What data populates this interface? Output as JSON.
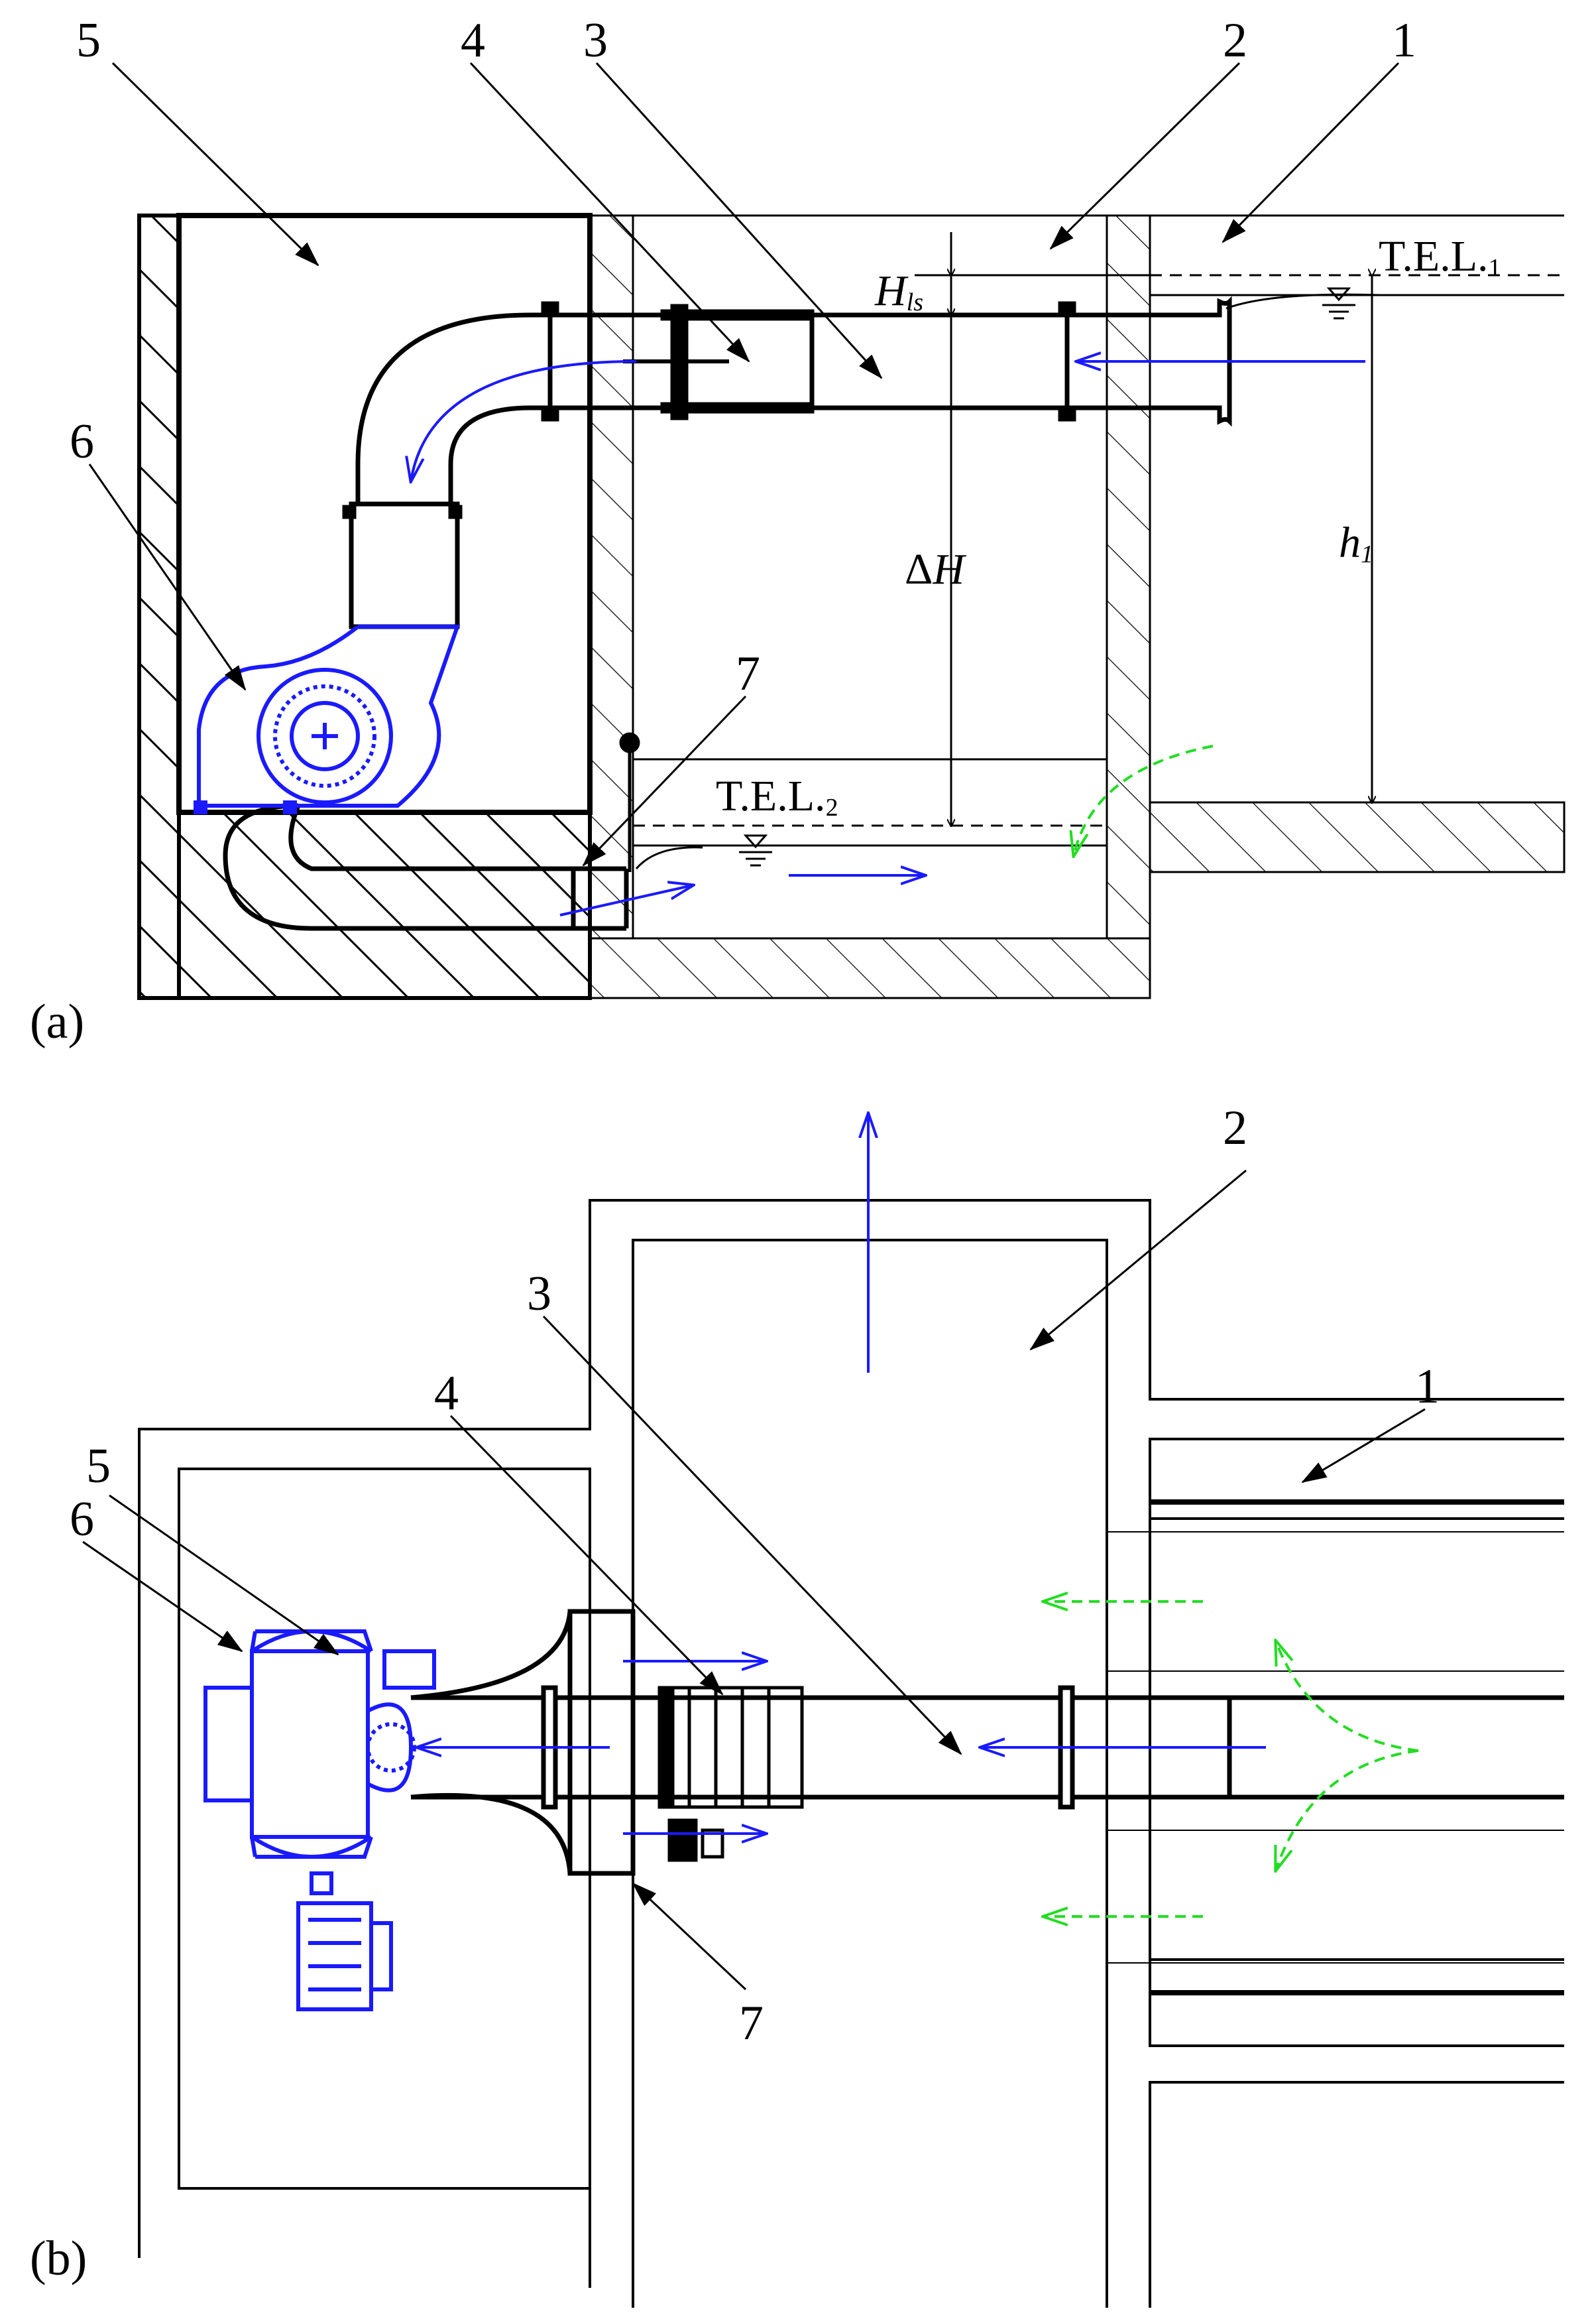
{
  "panel_a": {
    "tag": "(a)",
    "callouts": {
      "c1": "1",
      "c2": "2",
      "c3": "3",
      "c4": "4",
      "c5": "5",
      "c6": "6",
      "c7": "7"
    },
    "tel1": {
      "base": "T.E.L.",
      "sub": "1"
    },
    "tel2": {
      "base": "T.E.L.",
      "sub": "2"
    },
    "hls": {
      "base": "H",
      "sub": "ls"
    },
    "dh": {
      "delta": "Δ",
      "base": "H"
    },
    "h1": {
      "base": "h",
      "sub": "1"
    }
  },
  "panel_b": {
    "tag": "(b)",
    "callouts": {
      "c1": "1",
      "c2": "2",
      "c3": "3",
      "c4": "4",
      "c5": "5",
      "c6": "6",
      "c7": "7"
    }
  },
  "colors": {
    "structure": "#000000",
    "flow": "#1a1aff",
    "green_flow": "#22dd22",
    "equipment": "#1a1aff"
  }
}
